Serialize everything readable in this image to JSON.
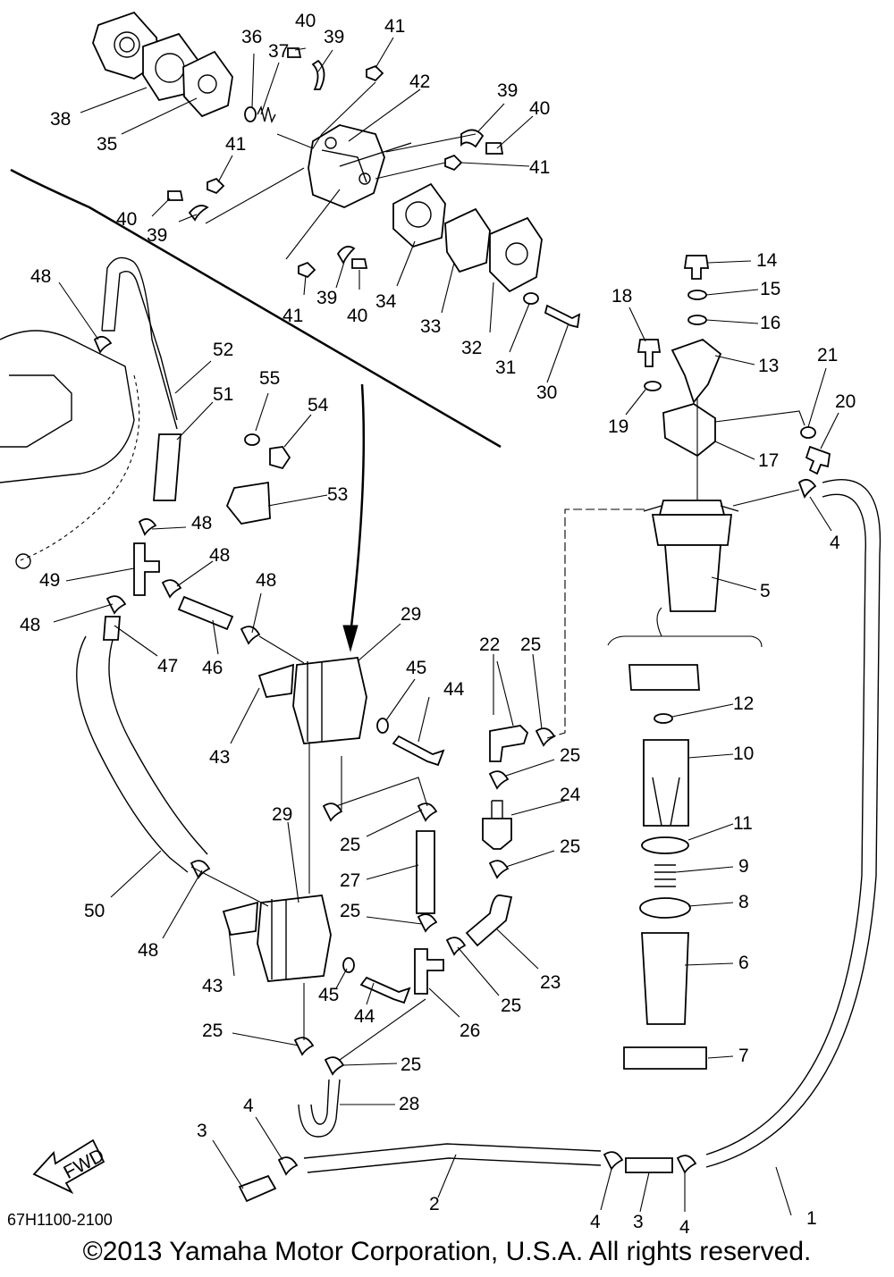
{
  "diagram": {
    "reference_code": "67H1100-2100",
    "copyright": "©2013 Yamaha Motor Corporation, U.S.A. All rights reserved.",
    "fwd_label": "FWD",
    "callouts": [
      {
        "id": "c1",
        "label": "1"
      },
      {
        "id": "c2",
        "label": "2"
      },
      {
        "id": "c3a",
        "label": "3"
      },
      {
        "id": "c3b",
        "label": "3"
      },
      {
        "id": "c4a",
        "label": "4"
      },
      {
        "id": "c4b",
        "label": "4"
      },
      {
        "id": "c4c",
        "label": "4"
      },
      {
        "id": "c4d",
        "label": "4"
      },
      {
        "id": "c5",
        "label": "5"
      },
      {
        "id": "c6",
        "label": "6"
      },
      {
        "id": "c7",
        "label": "7"
      },
      {
        "id": "c8",
        "label": "8"
      },
      {
        "id": "c9",
        "label": "9"
      },
      {
        "id": "c10",
        "label": "10"
      },
      {
        "id": "c11",
        "label": "11"
      },
      {
        "id": "c12",
        "label": "12"
      },
      {
        "id": "c13",
        "label": "13"
      },
      {
        "id": "c14",
        "label": "14"
      },
      {
        "id": "c15",
        "label": "15"
      },
      {
        "id": "c16",
        "label": "16"
      },
      {
        "id": "c17",
        "label": "17"
      },
      {
        "id": "c18",
        "label": "18"
      },
      {
        "id": "c19",
        "label": "19"
      },
      {
        "id": "c20",
        "label": "20"
      },
      {
        "id": "c21",
        "label": "21"
      },
      {
        "id": "c22",
        "label": "22"
      },
      {
        "id": "c23",
        "label": "23"
      },
      {
        "id": "c24",
        "label": "24"
      },
      {
        "id": "c25a",
        "label": "25"
      },
      {
        "id": "c25b",
        "label": "25"
      },
      {
        "id": "c25c",
        "label": "25"
      },
      {
        "id": "c25d",
        "label": "25"
      },
      {
        "id": "c25e",
        "label": "25"
      },
      {
        "id": "c25f",
        "label": "25"
      },
      {
        "id": "c25g",
        "label": "25"
      },
      {
        "id": "c25h",
        "label": "25"
      },
      {
        "id": "c26",
        "label": "26"
      },
      {
        "id": "c27",
        "label": "27"
      },
      {
        "id": "c28",
        "label": "28"
      },
      {
        "id": "c29a",
        "label": "29"
      },
      {
        "id": "c29b",
        "label": "29"
      },
      {
        "id": "c30",
        "label": "30"
      },
      {
        "id": "c31",
        "label": "31"
      },
      {
        "id": "c32",
        "label": "32"
      },
      {
        "id": "c33",
        "label": "33"
      },
      {
        "id": "c34",
        "label": "34"
      },
      {
        "id": "c35",
        "label": "35"
      },
      {
        "id": "c36",
        "label": "36"
      },
      {
        "id": "c37",
        "label": "37"
      },
      {
        "id": "c38",
        "label": "38"
      },
      {
        "id": "c39a",
        "label": "39"
      },
      {
        "id": "c39b",
        "label": "39"
      },
      {
        "id": "c39c",
        "label": "39"
      },
      {
        "id": "c39d",
        "label": "39"
      },
      {
        "id": "c40a",
        "label": "40"
      },
      {
        "id": "c40b",
        "label": "40"
      },
      {
        "id": "c40c",
        "label": "40"
      },
      {
        "id": "c40d",
        "label": "40"
      },
      {
        "id": "c41a",
        "label": "41"
      },
      {
        "id": "c41b",
        "label": "41"
      },
      {
        "id": "c41c",
        "label": "41"
      },
      {
        "id": "c41d",
        "label": "41"
      },
      {
        "id": "c42",
        "label": "42"
      },
      {
        "id": "c43a",
        "label": "43"
      },
      {
        "id": "c43b",
        "label": "43"
      },
      {
        "id": "c44a",
        "label": "44"
      },
      {
        "id": "c44b",
        "label": "44"
      },
      {
        "id": "c45a",
        "label": "45"
      },
      {
        "id": "c45b",
        "label": "45"
      },
      {
        "id": "c46",
        "label": "46"
      },
      {
        "id": "c47",
        "label": "47"
      },
      {
        "id": "c48a",
        "label": "48"
      },
      {
        "id": "c48b",
        "label": "48"
      },
      {
        "id": "c48c",
        "label": "48"
      },
      {
        "id": "c48d",
        "label": "48"
      },
      {
        "id": "c48e",
        "label": "48"
      },
      {
        "id": "c48f",
        "label": "48"
      },
      {
        "id": "c49",
        "label": "49"
      },
      {
        "id": "c50",
        "label": "50"
      },
      {
        "id": "c51",
        "label": "51"
      },
      {
        "id": "c52",
        "label": "52"
      },
      {
        "id": "c53",
        "label": "53"
      },
      {
        "id": "c54",
        "label": "54"
      },
      {
        "id": "c55",
        "label": "55"
      }
    ]
  }
}
